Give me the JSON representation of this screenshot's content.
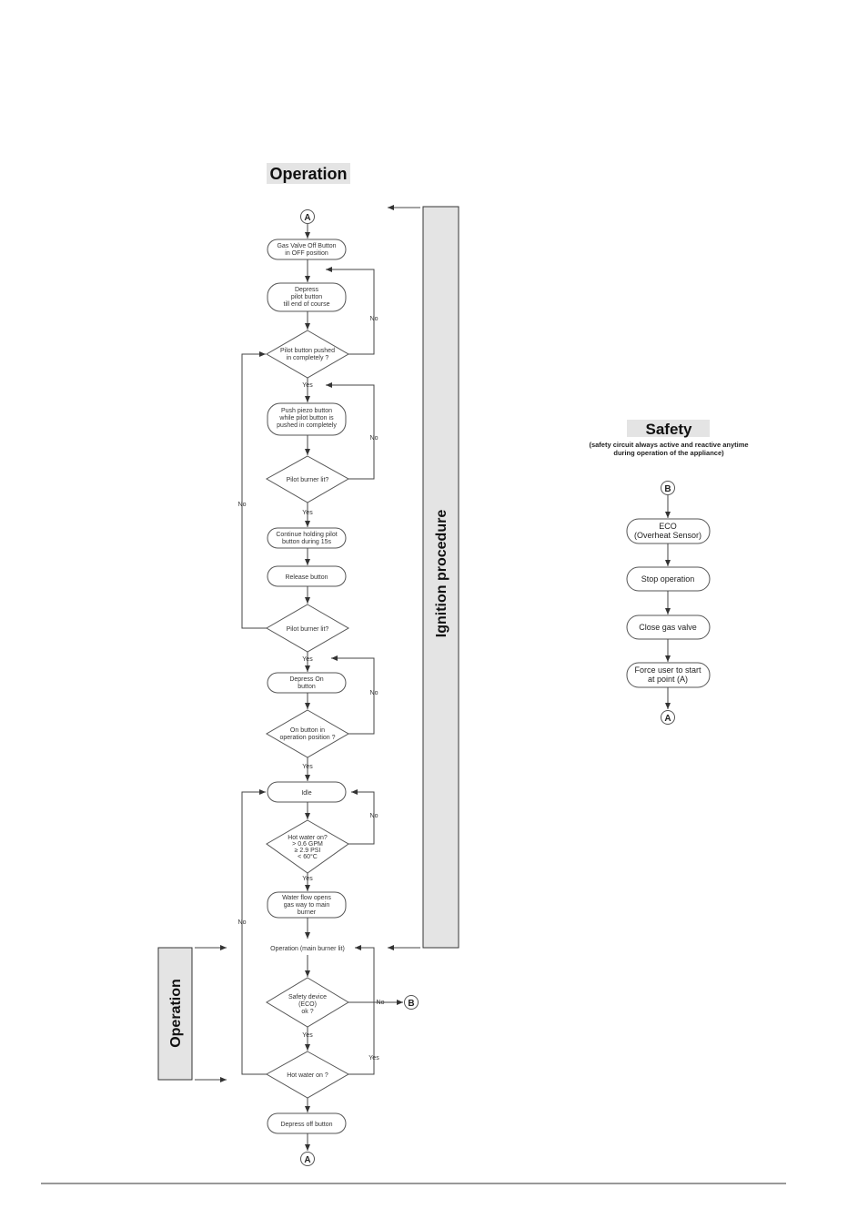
{
  "operation_title": "Operation",
  "safety_title": "Safety",
  "safety_subtitle_1": "(safety circuit always active and reactive anytime",
  "safety_subtitle_2": "during operation of the appliance)",
  "ignition_label": "Ignition procedure",
  "operation_side_label": "Operation",
  "connectors": {
    "a": "A",
    "b": "B"
  },
  "branch": {
    "yes": "Yes",
    "no": "No"
  },
  "steps": {
    "gas_valve_off": [
      "Gas Valve Off Button",
      "in OFF position"
    ],
    "depress_pilot": [
      "Depress",
      "pilot button",
      "till end of course"
    ],
    "pilot_pushed": [
      "Pilot button pushed",
      "in completely ?"
    ],
    "push_piezo": [
      "Push piezo button",
      "while pilot button is",
      "pushed in completely"
    ],
    "pilot_lit_1": [
      "Pilot burner lit?"
    ],
    "continue_holding": [
      "Continue holding pilot",
      "button during 15s"
    ],
    "release_button": [
      "Release button"
    ],
    "pilot_lit_2": [
      "Pilot burner lit?"
    ],
    "depress_on": [
      "Depress On",
      "button"
    ],
    "on_in_operation": [
      "On button in",
      "operation position ?"
    ],
    "idle": [
      "Idle"
    ],
    "hot_water_cond": [
      "Hot water on?",
      "> 0.6 GPM",
      "≥ 2.9 PSI",
      "< 60°C"
    ],
    "water_flow": [
      "Water flow opens",
      "gas way to main",
      "burner"
    ],
    "operation_main": [
      "Operation (main burner lit)"
    ],
    "safety_device": [
      "Safety device",
      "(ECO)",
      "ok ?"
    ],
    "hot_water_on": [
      "Hot water on ?"
    ],
    "depress_off": [
      "Depress off button"
    ]
  },
  "safety_steps": {
    "eco": [
      "ECO",
      "(Overheat Sensor)"
    ],
    "stop_operation": [
      "Stop operation"
    ],
    "close_gas_valve": [
      "Close gas valve"
    ],
    "force_user": [
      "Force user to start",
      "at point (A)"
    ]
  }
}
